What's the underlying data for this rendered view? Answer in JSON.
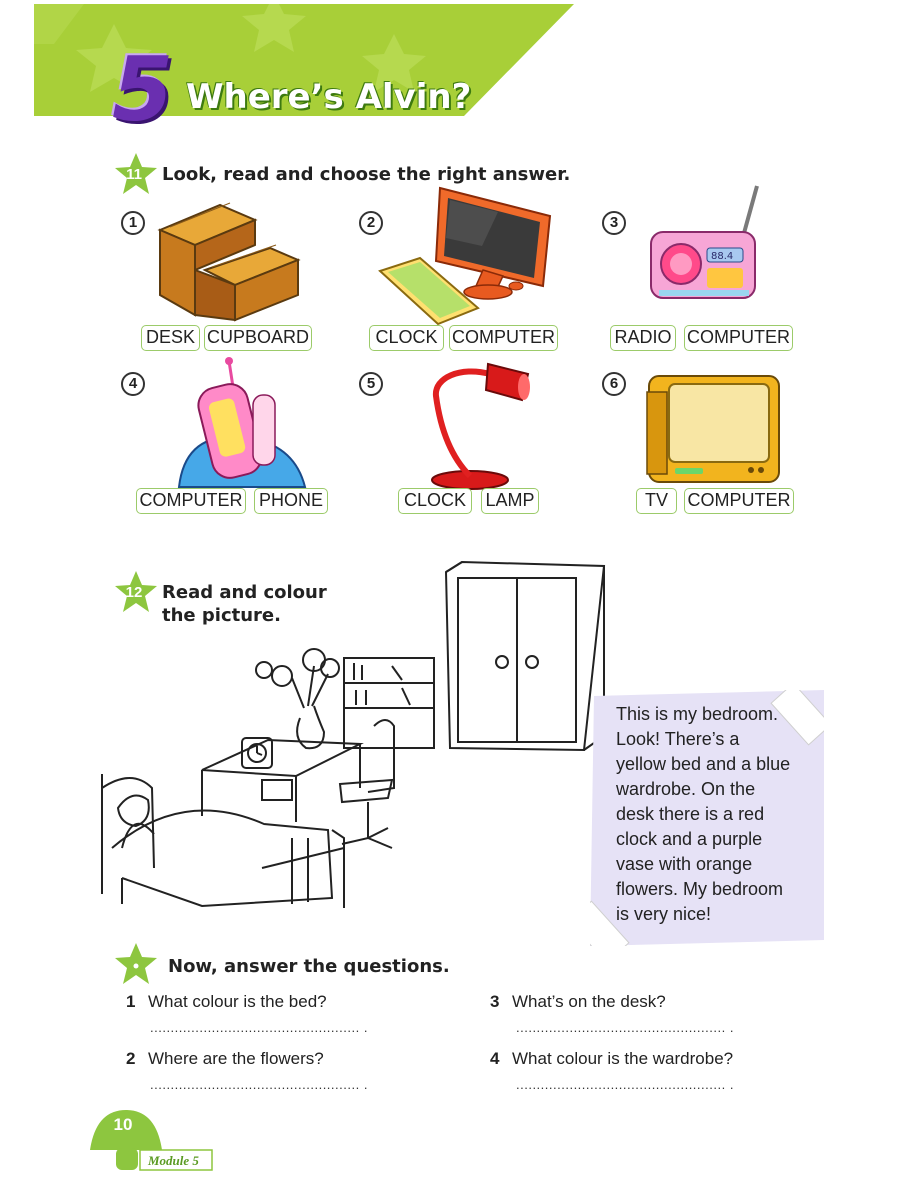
{
  "header": {
    "unit_number": "5",
    "title": "Where’s Alvin?",
    "banner_color": "#a8cf38"
  },
  "exercise11": {
    "number": "11",
    "instruction": "Look, read and choose the right answer.",
    "items": [
      {
        "num": "1",
        "picture": "desk-picture",
        "options": [
          "DESK",
          "CUPBOARD"
        ]
      },
      {
        "num": "2",
        "picture": "computer-picture",
        "options": [
          "CLOCK",
          "COMPUTER"
        ]
      },
      {
        "num": "3",
        "picture": "radio-picture",
        "options": [
          "RADIO",
          "COMPUTER"
        ]
      },
      {
        "num": "4",
        "picture": "phone-picture",
        "options": [
          "COMPUTER",
          "PHONE"
        ]
      },
      {
        "num": "5",
        "picture": "lamp-picture",
        "options": [
          "CLOCK",
          "LAMP"
        ]
      },
      {
        "num": "6",
        "picture": "tv-picture",
        "options": [
          "TV",
          "COMPUTER"
        ]
      }
    ]
  },
  "exercise12": {
    "number": "12",
    "instruction_line1": "Read and colour",
    "instruction_line2": "the picture.",
    "note_lines": [
      "This is my bedroom.",
      "Look! There’s a",
      "yellow bed and a blue",
      "wardrobe. On the",
      "desk there is a red",
      "clock and a purple",
      "vase with orange",
      "flowers. My bedroom",
      "is very nice!"
    ]
  },
  "questions_section": {
    "instruction": "Now, answer the questions.",
    "questions": [
      {
        "num": "1",
        "text": "What colour is the bed?",
        "answer_line": "................................................... ."
      },
      {
        "num": "2",
        "text": "Where are the flowers?",
        "answer_line": "................................................... ."
      },
      {
        "num": "3",
        "text": "What’s on the desk?",
        "answer_line": "................................................... ."
      },
      {
        "num": "4",
        "text": "What colour is the wardrobe?",
        "answer_line": "................................................... ."
      }
    ]
  },
  "footer": {
    "page_number": "10",
    "module_label": "Module 5"
  },
  "colors": {
    "accent_green": "#8dc63f",
    "note_purple": "#e6e2f6",
    "option_border": "#9ccb6a"
  }
}
